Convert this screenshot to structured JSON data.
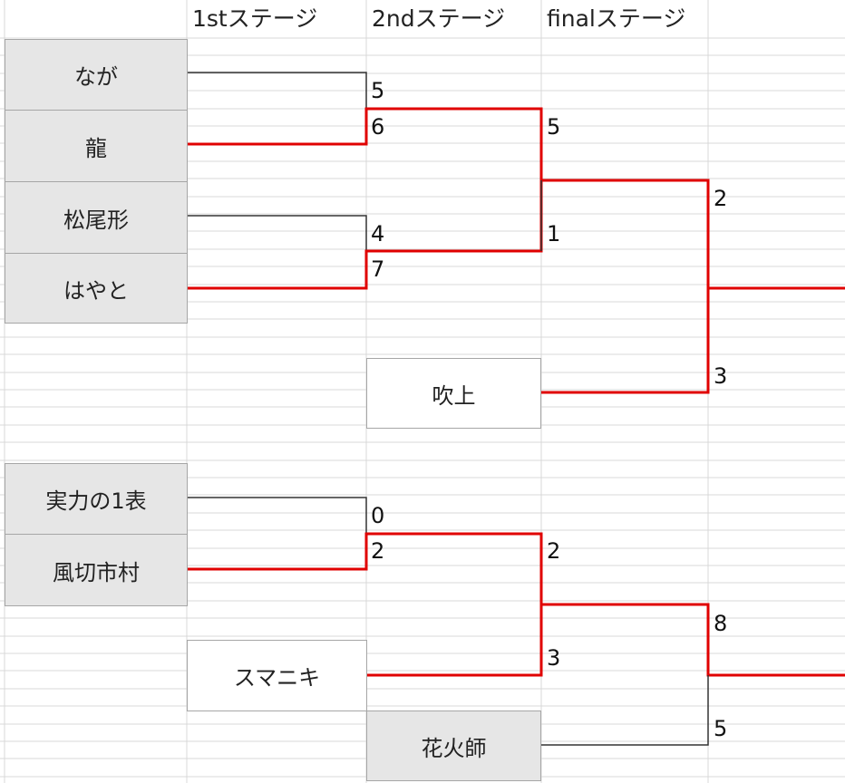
{
  "stages": [
    "1stステージ",
    "2ndステージ",
    "finalステージ"
  ],
  "players": {
    "naga": "なが",
    "ryu": "龍",
    "matsuo": "松尾形",
    "hayato": "はやと",
    "fukiage": "吹上",
    "jitsuryoku": "実力の1表",
    "kazakiri": "風切市村",
    "sumaniki": "スマニキ",
    "hanabishi": "花火師"
  },
  "scores": {
    "naga_r1": "5",
    "ryu_r1": "6",
    "matsuo_r1": "4",
    "hayato_r1": "7",
    "ryu_r2": "5",
    "hayato_r2": "1",
    "ryu_final": "2",
    "fukiage_final": "3",
    "jitsuryoku_r1": "0",
    "kazakiri_r1": "2",
    "kazakiri_r2": "2",
    "sumaniki_r2": "3",
    "sumaniki_final": "8",
    "hanabishi_final": "5"
  },
  "colors": {
    "winner_line": "#e00000",
    "loser_line": "#333333",
    "grid": "#d9d9d9",
    "gray_cell": "#e6e6e6"
  }
}
